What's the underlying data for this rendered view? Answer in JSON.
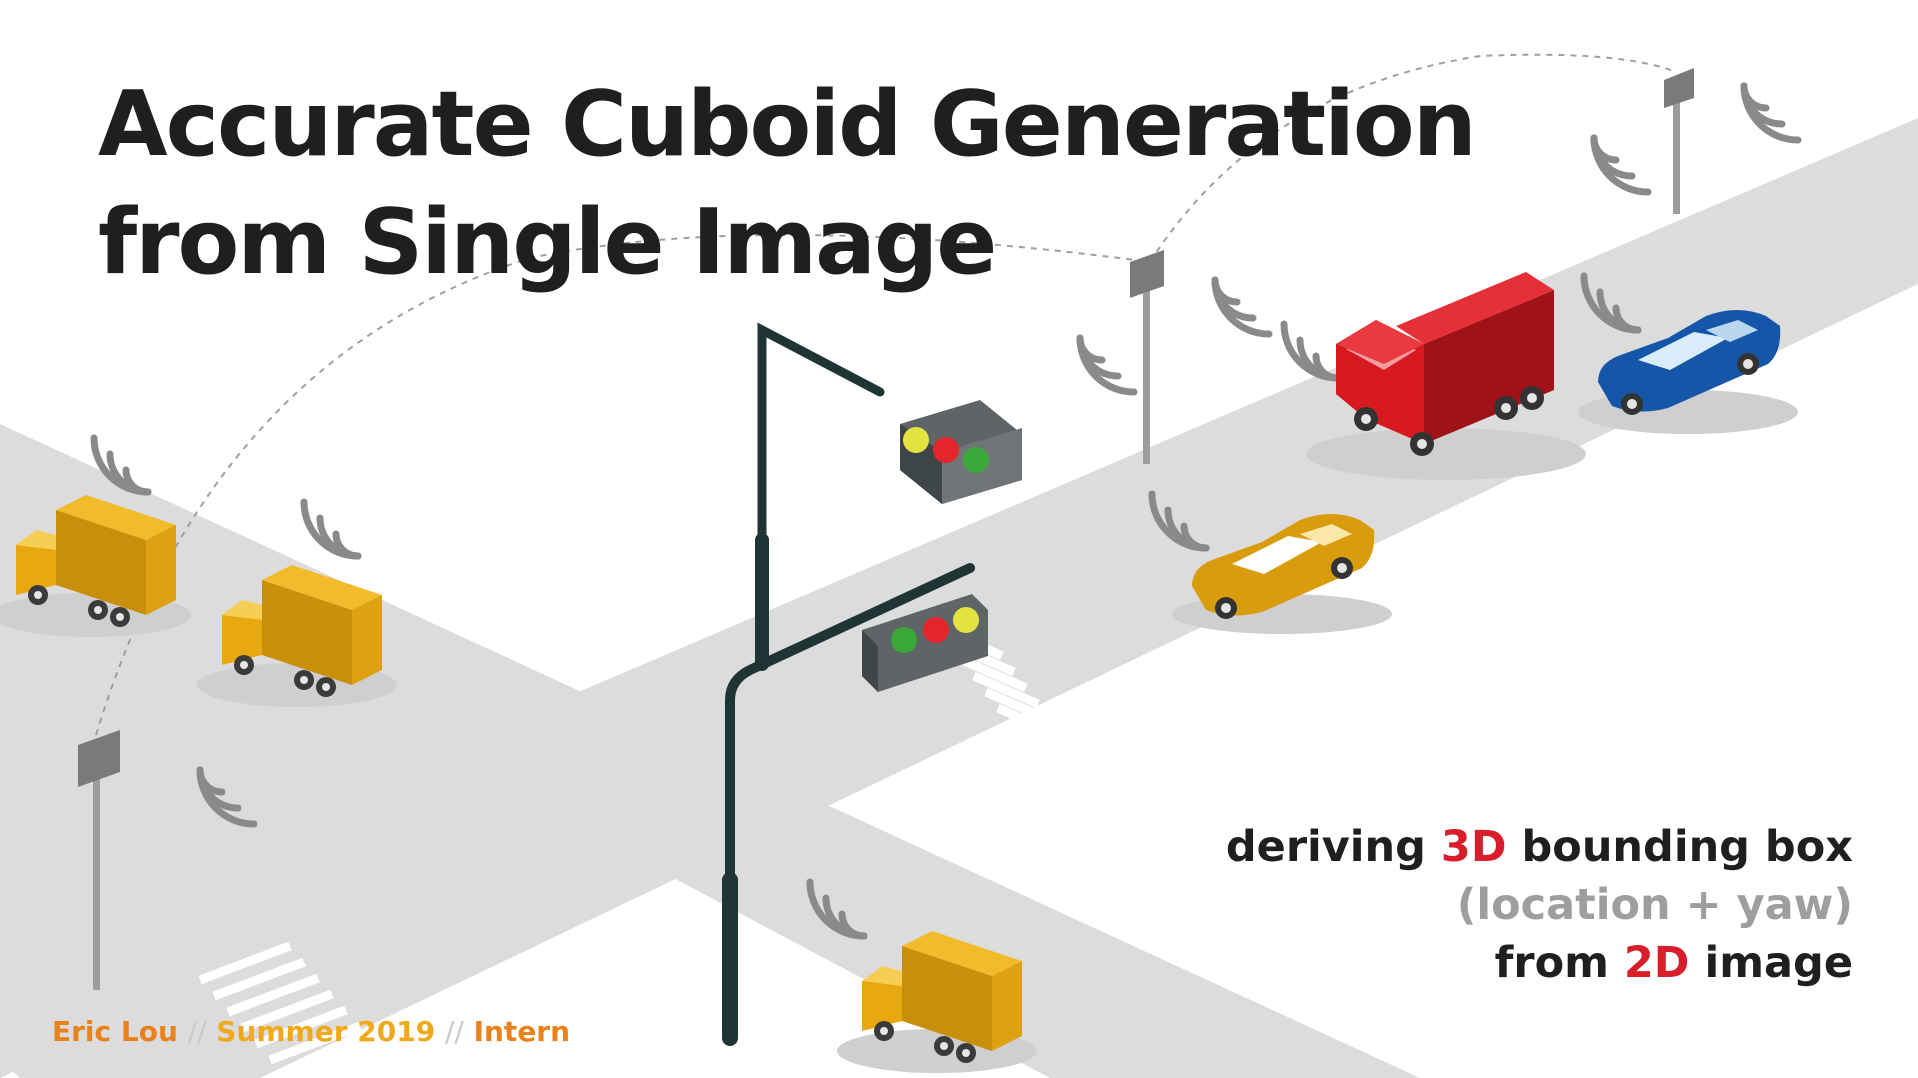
{
  "slide": {
    "title_line1": "Accurate Cuboid Generation",
    "title_line2": "from Single Image",
    "tagline": {
      "l1_pre": "deriving ",
      "l1_accent": "3D",
      "l1_post": " bounding box",
      "l2": "(location + yaw)",
      "l3_pre": "from ",
      "l3_accent": "2D",
      "l3_post": " image"
    },
    "footer": {
      "name": "Eric Lou",
      "sep": "//",
      "season": "Summer 2019",
      "role": "Intern"
    }
  },
  "colors": {
    "road": "#dcdcdc",
    "title_text": "#1f1f1f",
    "accent_red": "#d81e2a",
    "muted_gray": "#9e9e9e",
    "footer_orange": "#e8821c",
    "footer_yellow": "#f0a91b",
    "truck_yellow": "#e8a80f",
    "truck_red": "#d61a20",
    "car_blue": "#1556a8",
    "car_yellow": "#e8a80f",
    "signal_pole": "#1f3535"
  },
  "icons": [
    "wifi-signal-icon",
    "traffic-light-icon",
    "sensor-pole-icon",
    "truck-icon",
    "car-icon"
  ]
}
